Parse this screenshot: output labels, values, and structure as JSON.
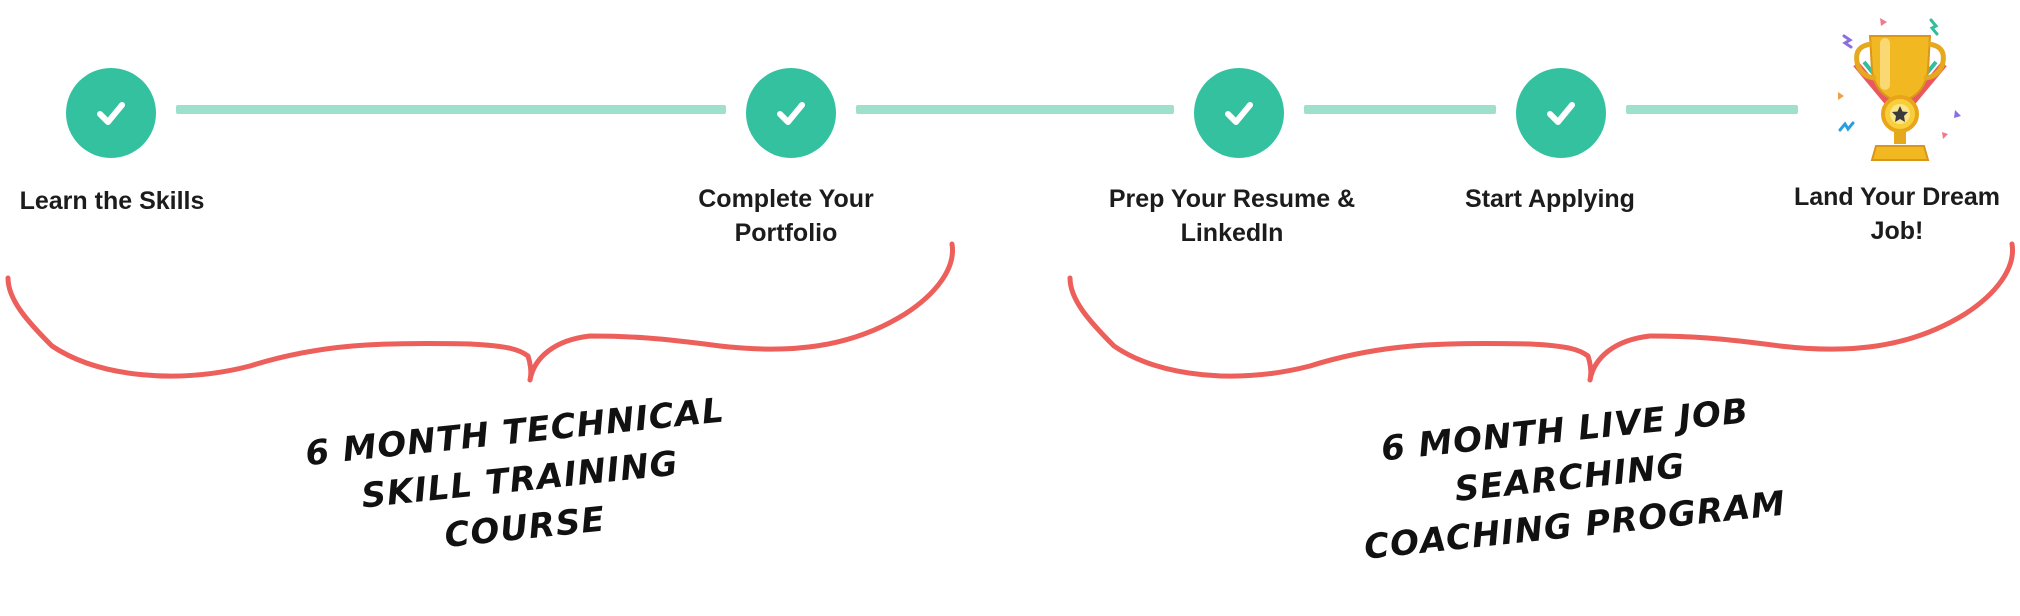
{
  "steps": [
    {
      "label_lines": [
        "Learn the Skills"
      ],
      "icon": "check-icon",
      "status": "complete"
    },
    {
      "label_lines": [
        "Complete Your",
        "Portfolio"
      ],
      "icon": "check-icon",
      "status": "complete"
    },
    {
      "label_lines": [
        "Prep Your Resume &",
        "LinkedIn"
      ],
      "icon": "check-icon",
      "status": "complete"
    },
    {
      "label_lines": [
        "Start Applying"
      ],
      "icon": "check-icon",
      "status": "complete"
    },
    {
      "label_lines": [
        "Land Your Dream",
        "Job!"
      ],
      "icon": "trophy-icon",
      "status": "goal"
    }
  ],
  "phases": [
    {
      "caption_lines": [
        "6 MONTH TECHNICAL",
        "SKILL TRAINING COURSE"
      ]
    },
    {
      "caption_lines": [
        "6 MONTH LIVE JOB SEARCHING",
        "COACHING PROGRAM"
      ]
    }
  ],
  "colors": {
    "step_circle": "#33c19f",
    "connector": "#9fe0cd",
    "brace": "#ec5f5a",
    "label_text": "#1c1c1c",
    "trophy_gold": "#f2b822"
  }
}
